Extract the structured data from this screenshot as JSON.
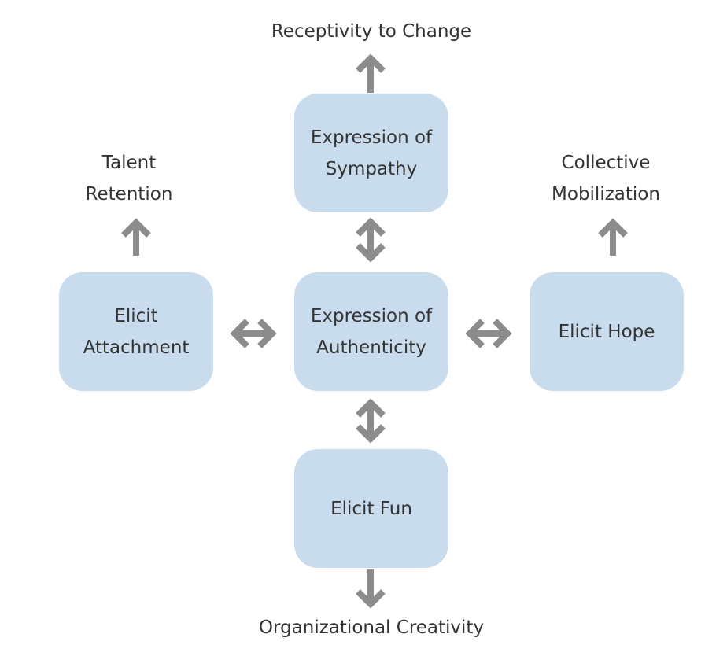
{
  "nodes": {
    "sympathy": "Expression of\nSympathy",
    "authenticity": "Expression of\nAuthenticity",
    "attachment": "Elicit\nAttachment",
    "hope": "Elicit Hope",
    "fun": "Elicit Fun"
  },
  "outcomes": {
    "receptivity": "Receptivity to Change",
    "talent": "Talent\nRetention",
    "collective": "Collective\nMobilization",
    "creativity": "Organizational Creativity"
  },
  "colors": {
    "box_fill": "#c8dcee",
    "arrow": "#8c8c8c",
    "text": "#333333"
  }
}
